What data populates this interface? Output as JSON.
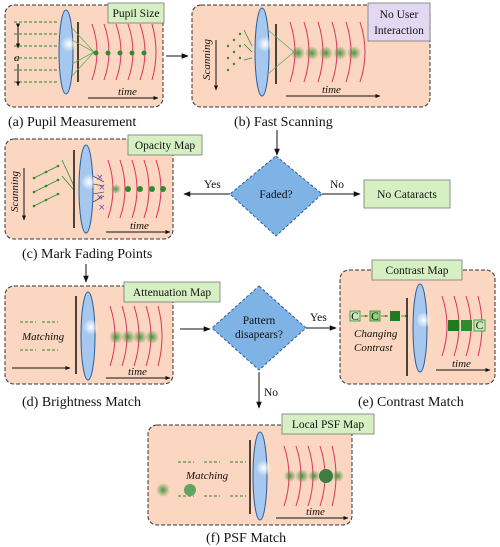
{
  "panels": {
    "a": {
      "caption": "(a) Pupil Measurement",
      "tag": "Pupil Size",
      "axis_label": "time",
      "marker": "a"
    },
    "b": {
      "caption": "(b) Fast Scanning",
      "tag_line1": "No User",
      "tag_line2": "Interaction",
      "scan_label": "Scanning",
      "axis_label": "time"
    },
    "c": {
      "caption": "(c) Mark Fading Points",
      "tag": "Opacity Map",
      "scan_label": "Scanning",
      "axis_label": "time"
    },
    "d": {
      "caption": "(d) Brightness Match",
      "tag": "Attenuation Map",
      "match_label": "Matching",
      "axis_label": "time"
    },
    "e": {
      "caption": "(e) Contrast Match",
      "tag": "Contrast Map",
      "change_line1": "Changing",
      "change_line2": "Contrast",
      "axis_label": "time",
      "box_letter": "C"
    },
    "f": {
      "caption": "(f) PSF Match",
      "tag": "Local PSF Map",
      "match_label": "Matching",
      "axis_label": "time"
    }
  },
  "decisions": {
    "faded": {
      "question": "Faded?",
      "yes": "Yes",
      "no": "No",
      "no_result": "No Cataracts"
    },
    "pattern": {
      "question_line1": "Pattern",
      "question_line2": "disapears?",
      "yes": "Yes",
      "no": "No"
    }
  },
  "colors": {
    "panel_fill": "#fbd6c0",
    "tag_green": "#d7f0c3",
    "tag_purple": "#e2d8f2",
    "diamond": "#7fb3e6",
    "lens": "#a6c8ef",
    "dot_green": "#2e8b2e",
    "arc_red": "#d8345a"
  }
}
